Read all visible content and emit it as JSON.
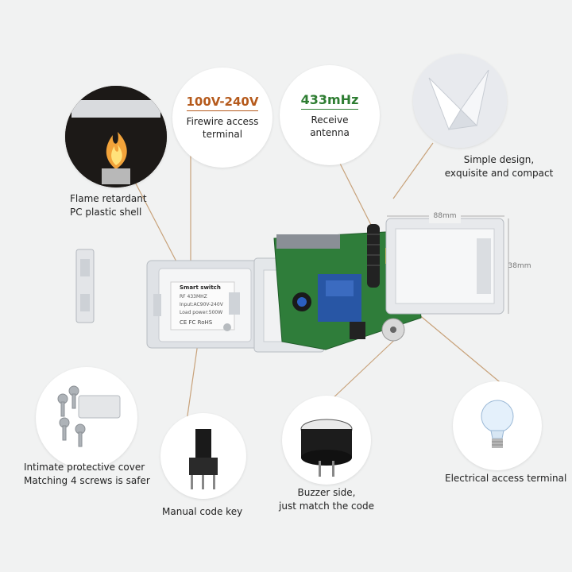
{
  "callouts": {
    "voltage": {
      "value": "100V-240V",
      "line1": "Firewire access",
      "line2": "terminal"
    },
    "frequency": {
      "value": "433mHz",
      "line1": "Receive",
      "line2": "antenna"
    },
    "design": {
      "line1": "Simple design,",
      "line2": "exquisite and compact"
    },
    "flame": {
      "line1": "Flame retardant",
      "line2": "PC plastic shell"
    },
    "cover": {
      "line1": "Intimate protective cover",
      "line2": "Matching 4 screws is safer"
    },
    "key": {
      "line1": "Manual code key"
    },
    "buzzer": {
      "line1": "Buzzer side,",
      "line2": "just match the code"
    },
    "terminal": {
      "line1": "Electrical access terminal"
    }
  },
  "device": {
    "label_title": "Smart switch",
    "label_rf": "RF 433MHZ",
    "label_input": "Input:AC90V-240V",
    "label_power": "Load power:500W",
    "label_cert": "CE FC RoHS",
    "dim_width": "88mm",
    "dim_height": "38mm"
  },
  "colors": {
    "accent_line": "#c8a27a",
    "voltage_text": "#b55a1c",
    "frequency_text": "#2e7d32",
    "pcb_green": "#2f7d3a"
  }
}
